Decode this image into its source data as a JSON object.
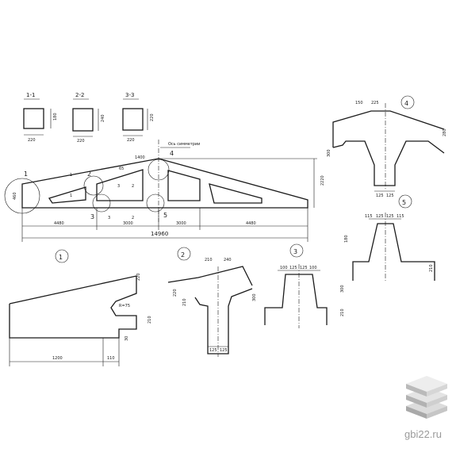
{
  "sections": [
    {
      "label": "1-1",
      "width": "220",
      "height": "180"
    },
    {
      "label": "2-2",
      "width": "220",
      "height": "240"
    },
    {
      "label": "3-3",
      "width": "220",
      "height": "220"
    }
  ],
  "symmetry_note": "Ось симметрии",
  "elevation": {
    "overall_height": "2220",
    "end_height": "460",
    "bottom_dims": [
      "4480",
      "3000",
      "3000",
      "4480"
    ],
    "total_length": "14960",
    "top_dims": [
      "1400",
      "65"
    ],
    "callouts": [
      "1",
      "2",
      "3",
      "4",
      "5"
    ],
    "section_marks": [
      "1",
      "1",
      "2",
      "2",
      "3",
      "3"
    ]
  },
  "detail1": {
    "number": "1",
    "dims": [
      "1200",
      "110",
      "220",
      "210",
      "30"
    ],
    "radius": "R=75"
  },
  "detail2": {
    "number": "2",
    "dims": [
      "210",
      "240",
      "220",
      "210",
      "300",
      "125",
      "125"
    ]
  },
  "detail3": {
    "number": "3",
    "dims": [
      "100",
      "125",
      "125",
      "100",
      "300",
      "210"
    ]
  },
  "detail4": {
    "number": "4",
    "dims": [
      "150",
      "225",
      "300",
      "280",
      "125",
      "125"
    ]
  },
  "detail5": {
    "number": "5",
    "dims": [
      "115",
      "125",
      "125",
      "115",
      "180",
      "210"
    ]
  },
  "watermark": "gbi22.ru"
}
